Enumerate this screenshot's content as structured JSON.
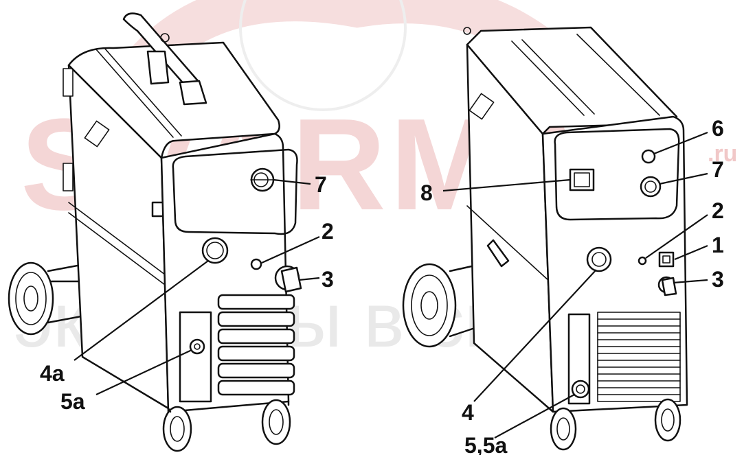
{
  "watermark": {
    "brand": "SVARMA",
    "domain_suffix": ".ru",
    "tagline": "эксперты в сварке",
    "color": "#f4d6d6"
  },
  "diagram": {
    "left_machine": {
      "callouts": [
        "7",
        "2",
        "3",
        "4a",
        "5a"
      ]
    },
    "right_machine": {
      "callouts": [
        "6",
        "7",
        "8",
        "2",
        "1",
        "3",
        "4",
        "5,5a"
      ]
    }
  }
}
